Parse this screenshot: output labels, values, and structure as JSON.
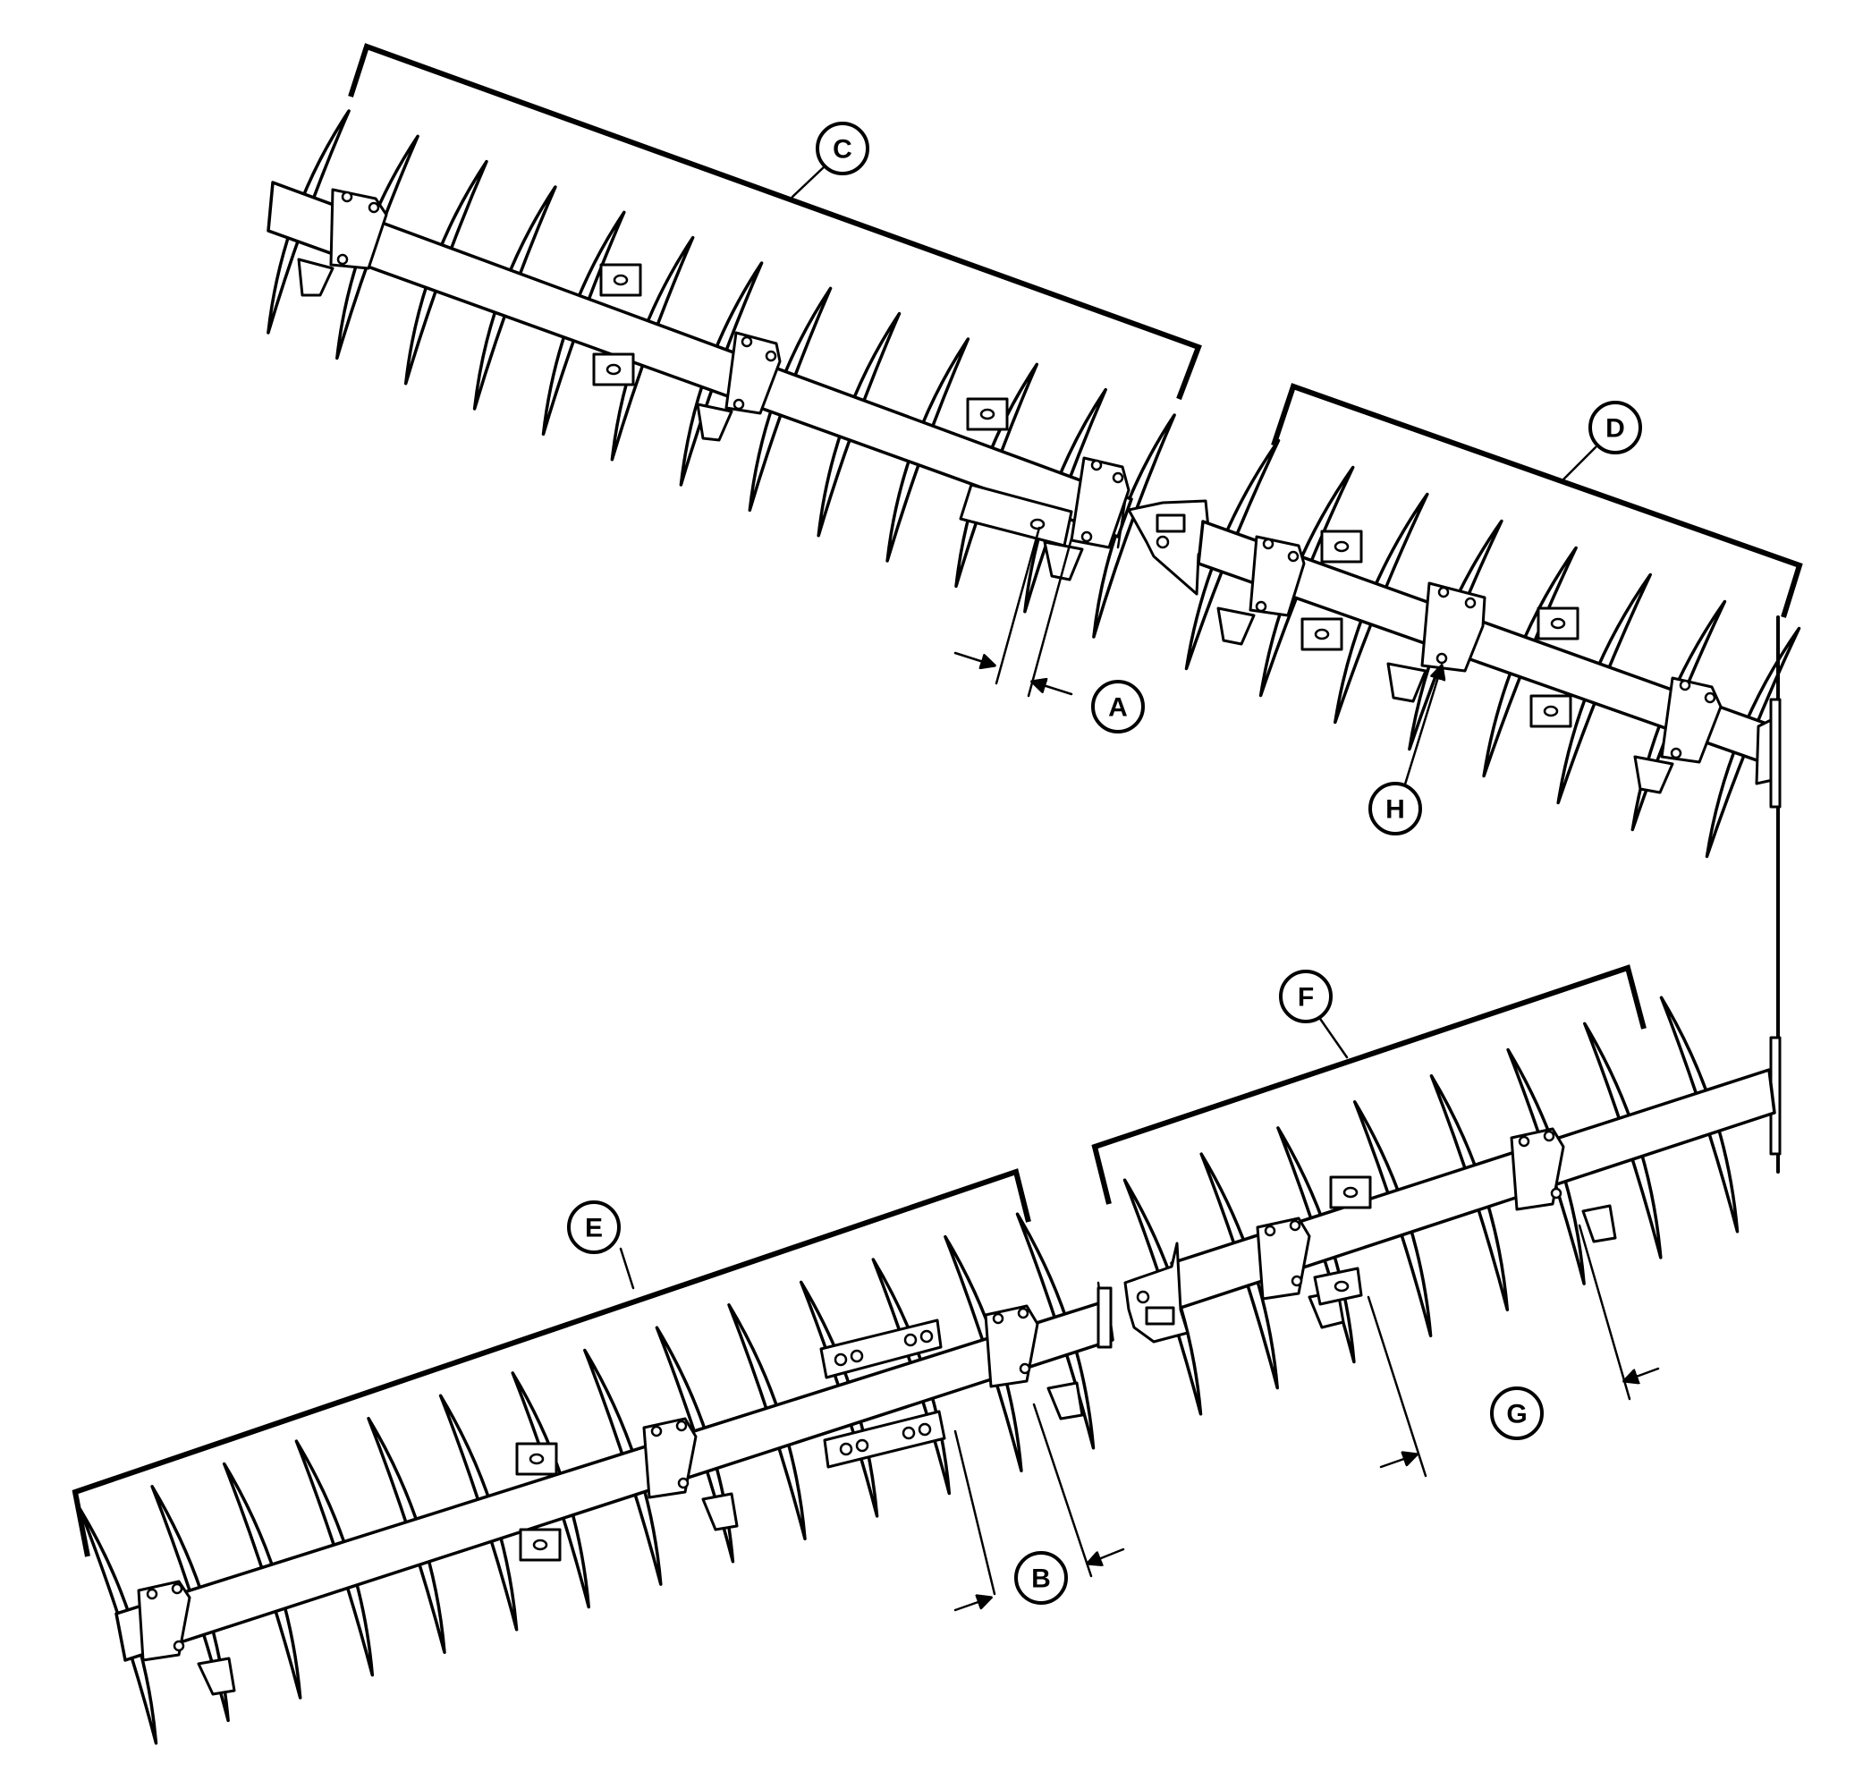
{
  "callouts": {
    "a": "A",
    "b": "B",
    "c": "C",
    "d": "D",
    "e": "E",
    "f": "F",
    "g": "G",
    "h": "H"
  }
}
